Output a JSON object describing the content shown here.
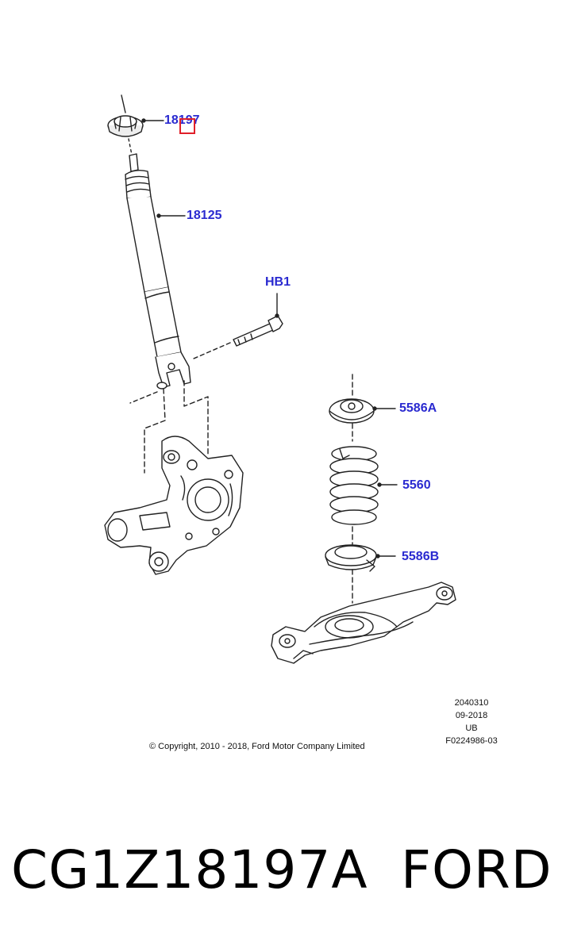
{
  "callouts": {
    "mount": "18197",
    "shock": "18125",
    "bolt": "HB1",
    "upper_seat": "5586A",
    "spring": "5560",
    "lower_seat": "5586B"
  },
  "meta": {
    "code": "2040310",
    "date": "09-2018",
    "region": "UB",
    "ref": "F0224986-03"
  },
  "copyright": "© Copyright, 2010 - 2018, Ford Motor Company Limited",
  "caption": {
    "part_number": "CG1Z18197A",
    "brand": "FORD"
  }
}
